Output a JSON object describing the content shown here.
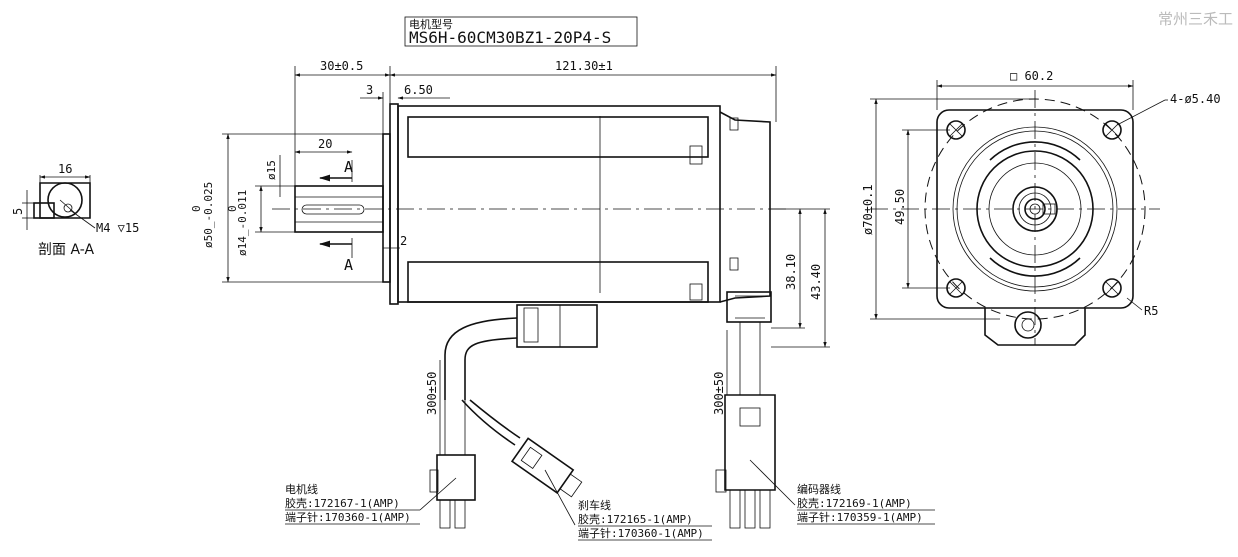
{
  "watermark": "常州三禾工",
  "model": {
    "label": "电机型号",
    "value": "MS6H-60CM30BZ1-20P4-S"
  },
  "section": {
    "caption": "剖面 A-A",
    "width": "16",
    "depth": "5",
    "thread": "M4 ▽15"
  },
  "side_view": {
    "shaft_length": "30±0.5",
    "body_length": "121.30±1",
    "flange_thk": "3",
    "step": "6.50",
    "key_length": "20",
    "key_width": "ø15",
    "boss_dia": "ø50_-0.025",
    "boss_dia_upper": "0",
    "shaft_dia": "ø14_-0.011",
    "shaft_dia_upper": "0",
    "gap": "2",
    "section_mark": "A",
    "dim_38": "38.10",
    "dim_43": "43.40",
    "cable_len_1": "300±50",
    "cable_len_2": "300±50"
  },
  "front_view": {
    "square": "□ 60.2",
    "holes": "4-ø5.40",
    "pcd": "ø70±0.1",
    "dim_49": "49.50",
    "radius": "R5"
  },
  "connectors": [
    {
      "title": "电机线",
      "housing": "胶壳:172167-1(AMP)",
      "terminal": "端子针:170360-1(AMP)"
    },
    {
      "title": "刹车线",
      "housing": "胶壳:172165-1(AMP)",
      "terminal": "端子针:170360-1(AMP)"
    },
    {
      "title": "编码器线",
      "housing": "胶壳:172169-1(AMP)",
      "terminal": "端子针:170359-1(AMP)"
    }
  ]
}
